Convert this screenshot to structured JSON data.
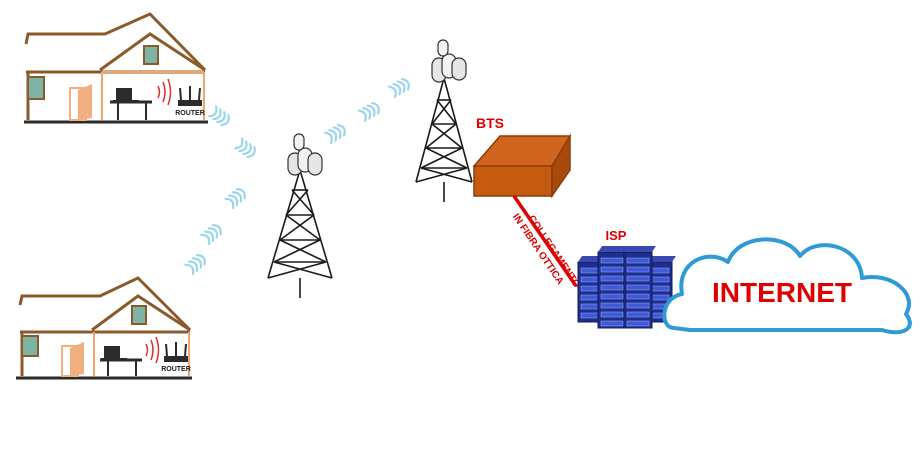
{
  "labels": {
    "bts": "BTS",
    "isp": "ISP",
    "internet": "INTERNET",
    "router_top": "ROUTER",
    "router_bottom": "ROUTER",
    "fiber_line1": "COLLEGAMENTO",
    "fiber_line2": "IN FIBRA OTTICA"
  },
  "colors": {
    "house_outline": "#8B5A2B",
    "house_wall": "#F5A46A",
    "window": "#7FB3A6",
    "door": "#F2B080",
    "bts_box": "#C55A11",
    "fiber": "#E00000",
    "label_red": "#E00000",
    "server": "#1F2D8C",
    "cloud_stroke": "#2E9AD6",
    "wifi": "#9AD5EE"
  },
  "icons": [
    "house-icon",
    "laptop-icon",
    "router-icon",
    "tower-icon",
    "server-rack-icon",
    "cloud-icon",
    "wifi-wave-icon"
  ]
}
